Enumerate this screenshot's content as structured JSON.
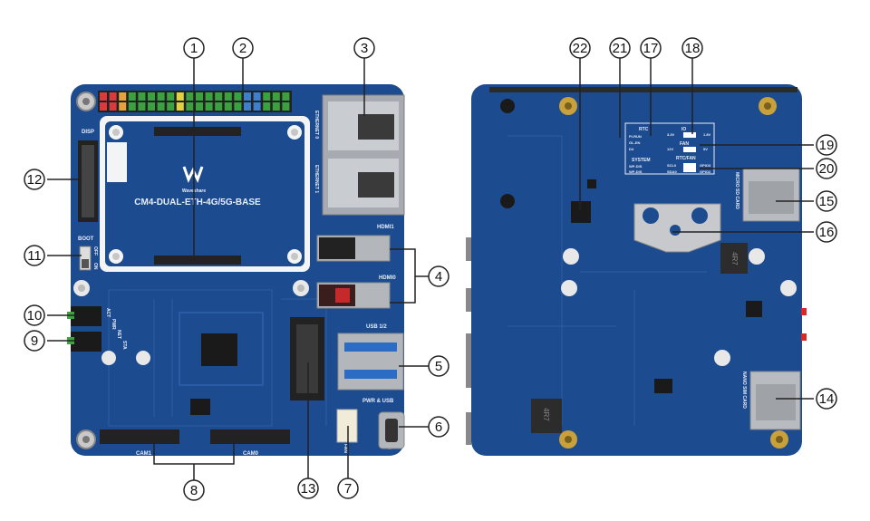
{
  "front_board": {
    "model_text": "CM4-DUAL-ETH-4G/5G-BASE",
    "brand_text": "Waveshare",
    "disp_label": "DISP",
    "boot_label": "BOOT",
    "boot_off": "OFF",
    "boot_on": "ON",
    "act_label": "ACT",
    "pwr_label": "PWR",
    "net_label": "NET",
    "sta_label": "STA",
    "eth0_label": "ETHERNET 0",
    "eth1_label": "ETHERNET 1",
    "hdmi1_label": "HDMI1",
    "hdmi0_label": "HDMI0",
    "usb_label": "USB 1/2",
    "pwr_usb_label": "PWR & USB",
    "fan_label": "FAN",
    "cam1_label": "CAM1",
    "cam0_label": "CAM0"
  },
  "back_board": {
    "rtc_label": "RTC",
    "rtc_pins": [
      "PI-RUN",
      "GL-EN",
      "D4"
    ],
    "system_label": "SYSTEM",
    "system_pins": [
      "WP-DIS",
      "WP-DIS"
    ],
    "io_label": "IO",
    "io_volts": [
      "3.3V",
      "1.8V"
    ],
    "fan_label": "FAN",
    "fan_volts": [
      "12V",
      "5V"
    ],
    "rtcfan_label": "RTC/FAN",
    "rtcfan_pins": [
      "SCL0",
      "SDA0",
      "GPIO3",
      "GPIO2"
    ],
    "microsd_label": "MICRO SD CARD",
    "nanosim_label": "NANO SIM CARD",
    "inductor_text": "4R7"
  },
  "callouts": {
    "c1": "1",
    "c2": "2",
    "c3": "3",
    "c4": "4",
    "c5": "5",
    "c6": "6",
    "c7": "7",
    "c8": "8",
    "c9": "9",
    "c10": "10",
    "c11": "11",
    "c12": "12",
    "c13": "13",
    "c14": "14",
    "c15": "15",
    "c16": "16",
    "c17": "17",
    "c18": "18",
    "c19": "19",
    "c20": "20",
    "c21": "21",
    "c22": "22"
  },
  "colors": {
    "pcb_blue": "#1d4b8f",
    "pcb_dark": "#163a72",
    "silkscreen": "#e8eef8",
    "metal": "#b9bcc2",
    "gold": "#c8a13a",
    "chip_black": "#1a1a1a"
  }
}
